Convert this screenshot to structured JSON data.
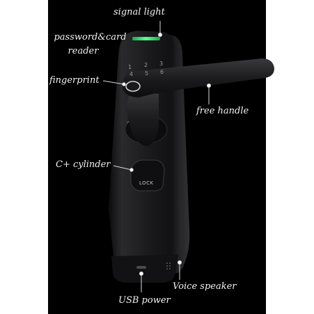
{
  "labels": {
    "signal_light": "signal light",
    "password_card_reader_line1": "password&card",
    "password_card_reader_line2": "reader",
    "fingerprint": "fingerprint",
    "free_handle": "free handle",
    "c_plus_cylinder": "C+ cylinder",
    "lock_text": "LOCK",
    "voice_speaker": "Voice speaker",
    "usb_power": "USB power"
  },
  "keypad": {
    "digits": [
      "1",
      "2",
      "3",
      "4",
      "5",
      "6"
    ]
  },
  "colors": {
    "background": "#000000",
    "lock_body": "#1b1b1d",
    "signal_light": "#2fe36a",
    "label_text": "#f2f2f2"
  }
}
